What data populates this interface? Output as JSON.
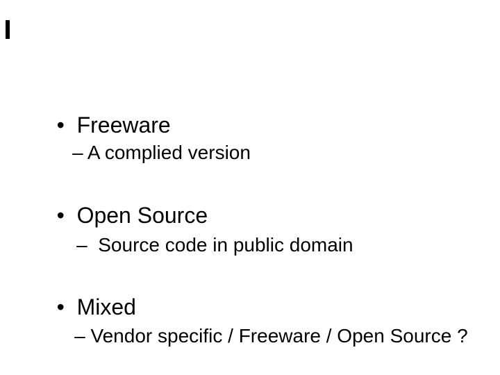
{
  "slide": {
    "background_color": "#ffffff",
    "text_color": "#000000",
    "corner_mark_color": "#000000",
    "groups": [
      {
        "bullet": "•",
        "title": "Freeware",
        "sub": "– A complied version"
      },
      {
        "bullet": "•",
        "title": "Open Source",
        "sub": "–  Source code in public domain"
      },
      {
        "bullet": "•",
        "title": "Mixed",
        "sub": "– Vendor specific / Freeware / Open Source ?"
      }
    ]
  }
}
